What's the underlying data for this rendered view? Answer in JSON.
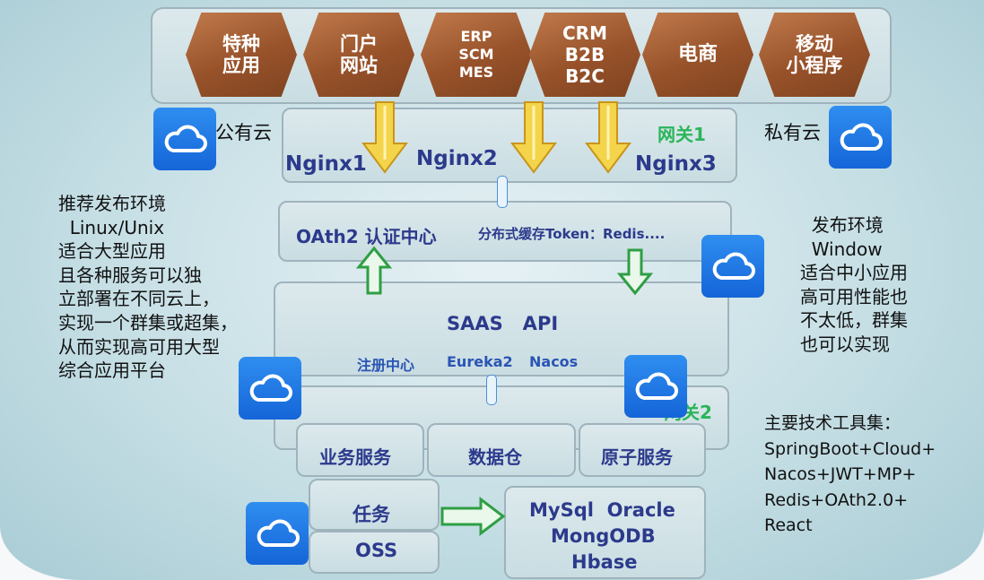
{
  "top_apps": [
    {
      "label": "特种\n应用"
    },
    {
      "label": "门户\n网站"
    },
    {
      "label": "ERP\nSCM\nMES"
    },
    {
      "label": "CRM\nB2B\nB2C"
    },
    {
      "label": "电商"
    },
    {
      "label": "移动\n小程序"
    }
  ],
  "gateway": {
    "public_cloud": "公有云",
    "private_cloud": "私有云",
    "nginx1": "Nginx1",
    "nginx2": "Nginx2",
    "nginx3": "Nginx3",
    "gateway1": "网关1",
    "gateway2": "网关2"
  },
  "auth": {
    "title": "OAth2 认证中心",
    "cache": "分布式缓存Token：Redis...."
  },
  "api": {
    "title": "SAAS   API",
    "registry": "注册中心",
    "eureka": "Eureka2",
    "nacos": "Nacos"
  },
  "services": {
    "business": "业务服务",
    "warehouse": "数据仓",
    "atomic": "原子服务",
    "task": "任务",
    "oss": "OSS"
  },
  "databases": {
    "line1": "MySql  Oracle",
    "line2": "MongODB",
    "line3": "Hbase"
  },
  "left_note": "推荐发布环境\n  Linux/Unix\n适合大型应用\n且各种服务可以独\n立部署在不同云上，\n实现一个群集或超集，\n从而实现高可用大型\n综合应用平台",
  "right_note": "  发布环境\n  Window\n适合中小应用\n高可用性能也\n不太低，群集\n也可以实现",
  "tools_note": "主要技术工具集：\nSpringBoot+Cloud+\nNacos+JWT+MP+\nRedis+OAth2.0+\nReact",
  "icons": [
    "cloud-icon",
    "arrow-down-icon",
    "arrow-up-icon",
    "arrow-right-icon",
    "connector-icon"
  ],
  "colors": {
    "hex_brown": "#98522a",
    "navy_text": "#2c3a8c",
    "blue_text": "#2a55b4",
    "green_text": "#2bb55a",
    "cloud_blue": "#1f78e6",
    "yellow_arrow": "#f2c21a",
    "green_arrow": "#3bb54a"
  }
}
